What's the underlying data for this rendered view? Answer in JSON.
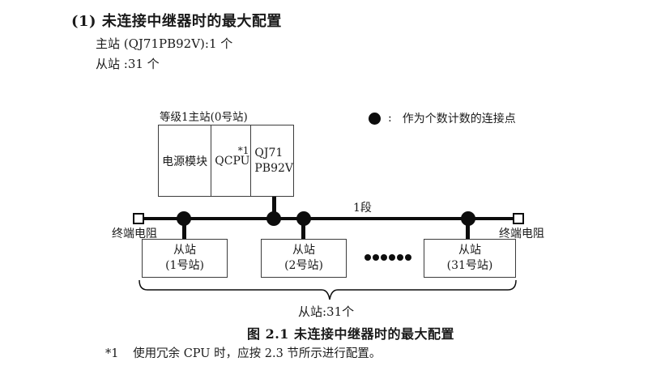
{
  "page": {
    "heading": "(1) 未连接中继器时的最大配置",
    "master_line": "主站 (QJ71PB92V):1 个",
    "slave_line": "从站 :31 个"
  },
  "diagram": {
    "master_station": {
      "label": "等级1主站(0号站)",
      "modules": [
        {
          "name": "电源模块"
        },
        {
          "name": "QCPU",
          "note_ref": "*1"
        },
        {
          "lines": [
            "QJ71",
            "PB92V"
          ]
        }
      ]
    },
    "legend": {
      "colon": ":",
      "label": "作为个数计数的连接点"
    },
    "segment_label": "1段",
    "terminator_left": "终端电阻",
    "terminator_right": "终端电阻",
    "slaves": [
      {
        "line1": "从站",
        "line2": "(1号站)"
      },
      {
        "line1": "从站",
        "line2": "(2号站)"
      },
      {
        "line1": "从站",
        "line2": "(31号站)"
      }
    ],
    "slave_count_label": "从站:31个"
  },
  "caption": "图 2.1 未连接中继器时的最大配置",
  "footnote": {
    "marker": "*1",
    "text": "使用冗余 CPU 时，应按 2.3 节所示进行配置。"
  },
  "colors": {
    "line": "#0d0d0d",
    "text": "#1a1a1a",
    "background": "#ffffff"
  }
}
